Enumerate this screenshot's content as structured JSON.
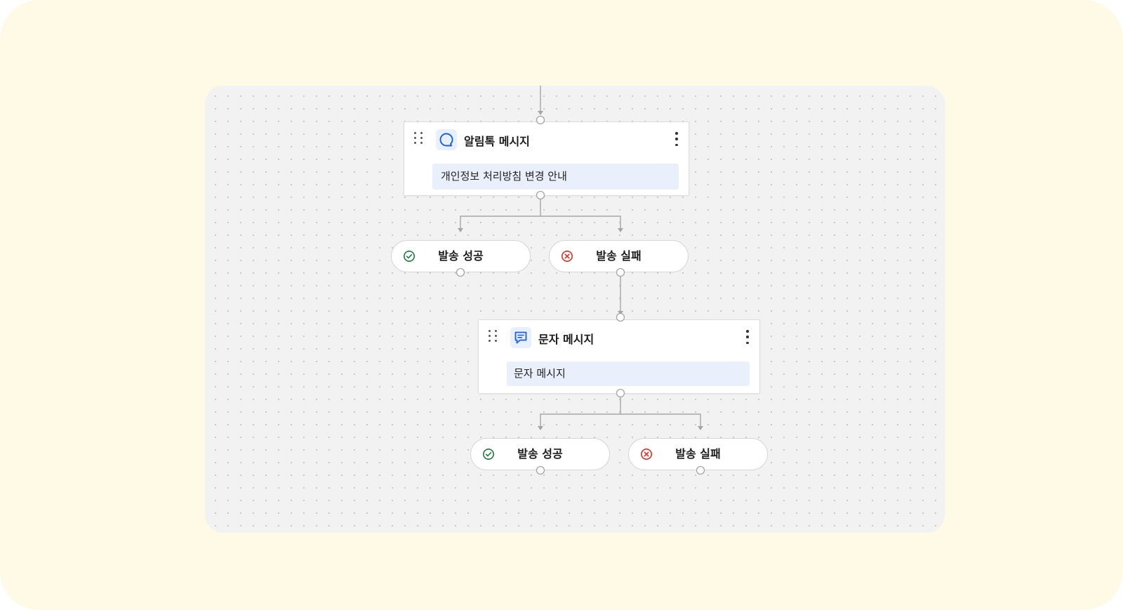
{
  "flow": {
    "node1": {
      "title": "알림톡 메시지",
      "content": "개인정보 처리방침 변경 안내",
      "icon": "chat-bubble-icon",
      "success_label": "발송 성공",
      "failure_label": "발송 실패"
    },
    "node2": {
      "title": "문자 메시지",
      "content": "문자 메시지",
      "icon": "message-square-icon",
      "success_label": "발송 성공",
      "failure_label": "발송 실패"
    }
  },
  "colors": {
    "outer_background": "#fefae6",
    "canvas_background": "#f2f2f2",
    "accent_blue": "#1a5fe0",
    "success_green": "#1e7a3c",
    "failure_red": "#d93025",
    "content_background": "#e9effb"
  }
}
